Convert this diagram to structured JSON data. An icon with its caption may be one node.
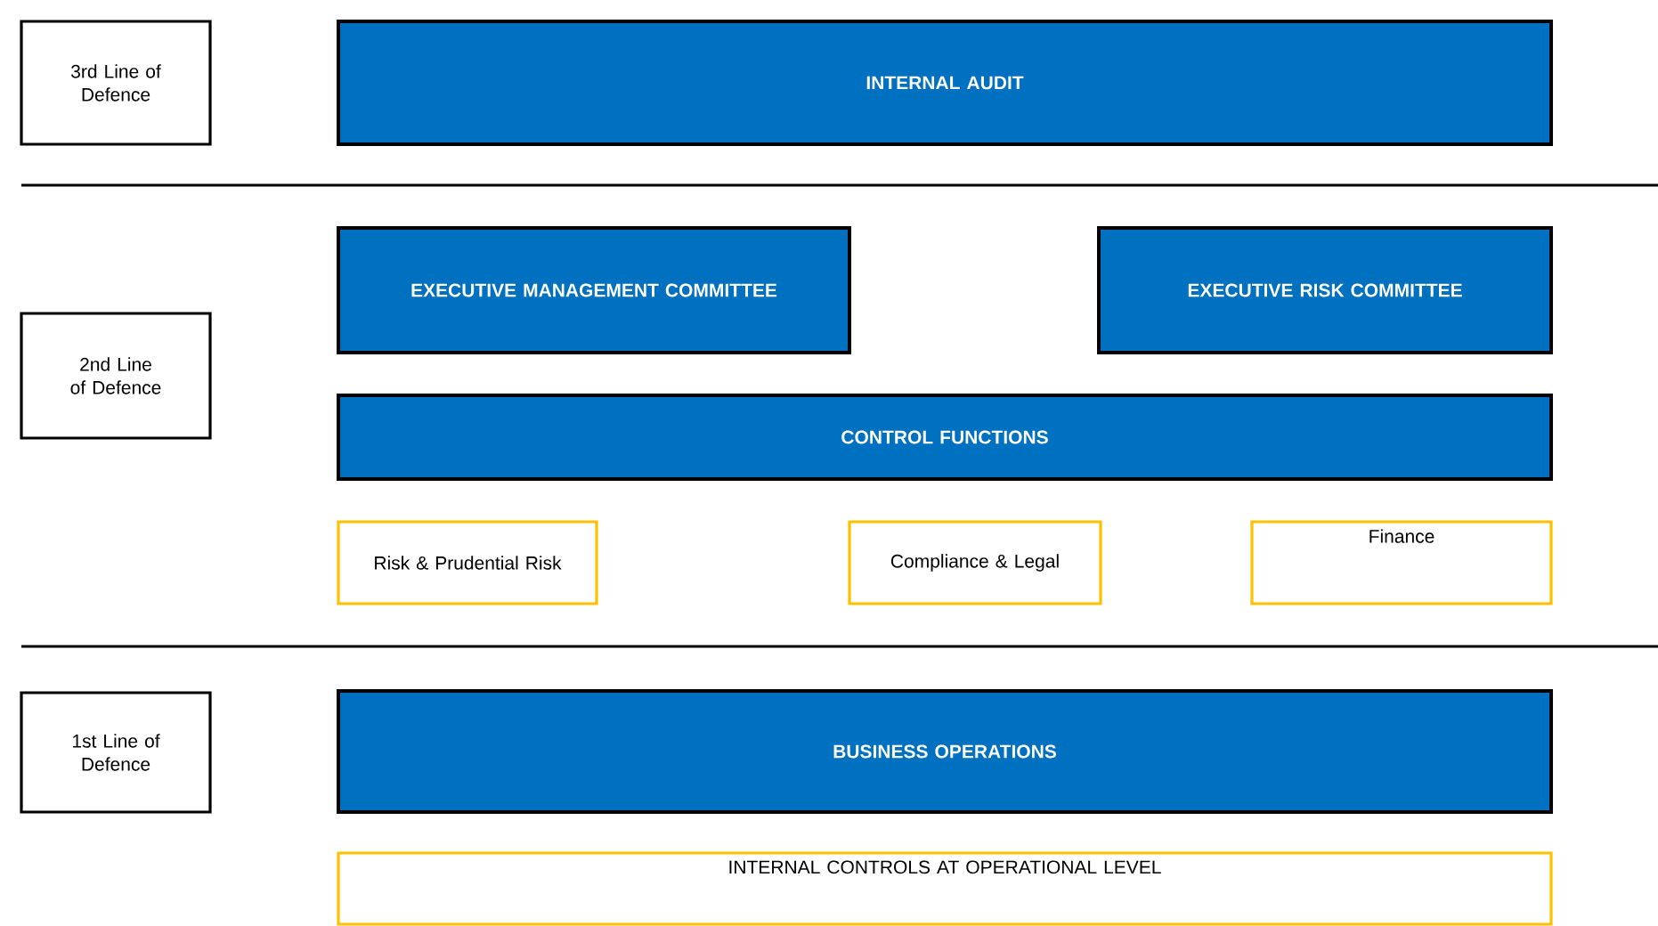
{
  "diagram": {
    "nodes": [
      {
        "text": [
          "3rd Line of Defence"
        ]
      },
      {
        "text": [
          "INTERNAL AUDIT"
        ]
      },
      {
        "text": [
          "2nd Line of Defence"
        ]
      },
      {
        "text": [
          "EXECUTIVE MANAGEMENT COMMITTEE"
        ]
      },
      {
        "text": [
          "EXECUTIVE RISK COMMITTEE"
        ]
      },
      {
        "text": [
          "CONTROL FUNCTIONS"
        ]
      },
      {
        "text": [
          "Risk & Prudential Risk"
        ]
      },
      {
        "text": [
          "Compliance & Legal"
        ]
      },
      {
        "text": [
          "Finance"
        ]
      },
      {
        "text": [
          "1st Line of Defence"
        ]
      },
      {
        "text": [
          "BUSINESS OPERATIONS"
        ]
      },
      {
        "text": [
          "INTERNAL CONTROLS AT OPERATIONAL LEVEL"
        ]
      }
    ]
  }
}
